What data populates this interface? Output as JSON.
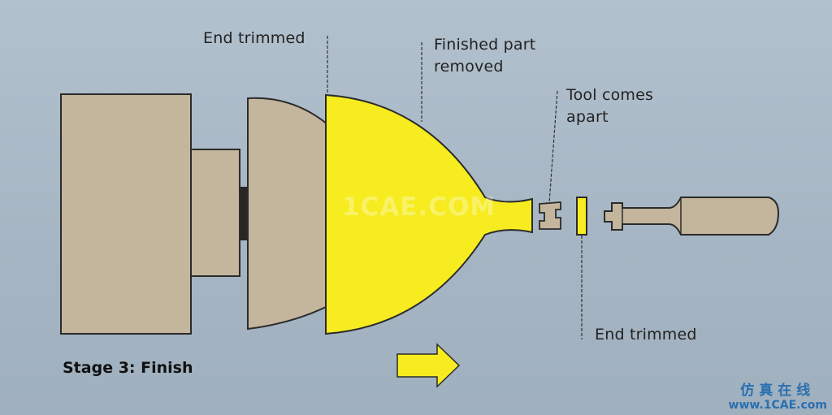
{
  "diagram": {
    "stage_title": "Stage 3: Finish",
    "labels": {
      "end_trimmed_top": "End trimmed",
      "finished_part_line1": "Finished part",
      "finished_part_line2": "removed",
      "tool_comes_apart_line1": "Tool comes",
      "tool_comes_apart_line2": "apart",
      "end_trimmed_bottom": "End trimmed"
    },
    "watermark": "1CAE.COM",
    "brand": {
      "cn": "仿真在线",
      "url": "www.1CAE.com"
    },
    "colors": {
      "background": "#a9b8c6",
      "mold": "#c2b39b",
      "part": "#f6ec1f",
      "outline": "#2b2b2b"
    }
  }
}
